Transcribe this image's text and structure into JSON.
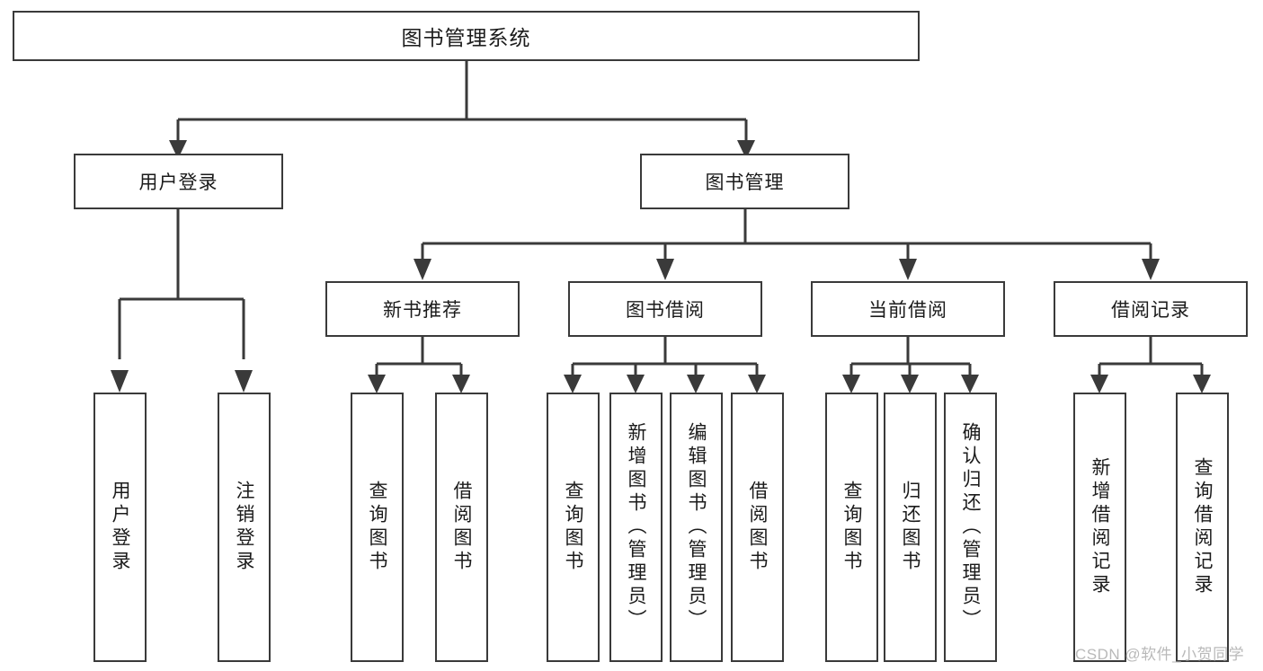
{
  "diagram": {
    "title": "图书管理系统",
    "root": {
      "label": "图书管理系统"
    },
    "level1": [
      {
        "label": "用户登录"
      },
      {
        "label": "图书管理"
      }
    ],
    "level2": [
      {
        "label": "新书推荐"
      },
      {
        "label": "图书借阅"
      },
      {
        "label": "当前借阅"
      },
      {
        "label": "借阅记录"
      }
    ],
    "leaves": {
      "user_login": [
        {
          "label": "用户登录"
        },
        {
          "label": "注销登录"
        }
      ],
      "new_book_recommend": [
        {
          "label": "查询图书"
        },
        {
          "label": "借阅图书"
        }
      ],
      "book_borrow": [
        {
          "label": "查询图书"
        },
        {
          "label": "新增图书（管理员）"
        },
        {
          "label": "编辑图书（管理员）"
        },
        {
          "label": "借阅图书"
        }
      ],
      "current_borrow": [
        {
          "label": "查询图书"
        },
        {
          "label": "归还图书"
        },
        {
          "label": "确认归还（管理员）"
        }
      ],
      "borrow_record": [
        {
          "label": "新增借阅记录"
        },
        {
          "label": "查询借阅记录"
        }
      ]
    }
  },
  "watermark": {
    "text": "CSDN @软件_小贺同学"
  },
  "colors": {
    "box_border": "#3a3a3a",
    "box_fill": "#ffffff",
    "connector": "#3a3a3a",
    "text": "#1b1b1b",
    "watermark": "#b9b9b9",
    "background": "#ffffff"
  }
}
